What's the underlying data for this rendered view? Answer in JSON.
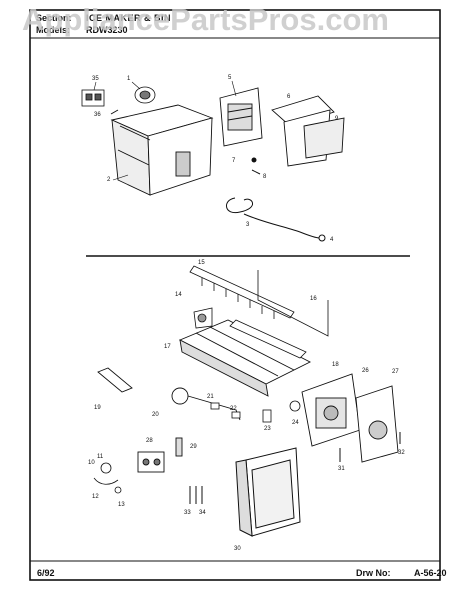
{
  "header": {
    "section_label": "Section:",
    "section_value": "ICE MAKER & BIN",
    "model_label": "Models:",
    "model_value": "RDW3230"
  },
  "watermark": "AppliancePartsPros.com",
  "footer": {
    "date": "6/92",
    "drawing_label": "Drw No:",
    "drawing_value": "A-56-20"
  },
  "callouts": [
    "1",
    "2",
    "3",
    "4",
    "5",
    "6",
    "7",
    "8",
    "9",
    "35",
    "36",
    "10",
    "11",
    "12",
    "13",
    "14",
    "15",
    "16",
    "17",
    "18",
    "19",
    "20",
    "21",
    "22",
    "23",
    "24",
    "26",
    "27",
    "28",
    "29",
    "30",
    "31",
    "32",
    "33",
    "34"
  ],
  "icons": [
    "ice-bin",
    "auger",
    "fill-tube",
    "water-hose",
    "ice-chute",
    "chute-door",
    "ice-maker-assembly",
    "mold",
    "stripper",
    "ejector",
    "shutoff-arm",
    "water-valve",
    "bracket",
    "wiring-harness",
    "control-housing",
    "motor-module",
    "ice-bucket-lid"
  ]
}
